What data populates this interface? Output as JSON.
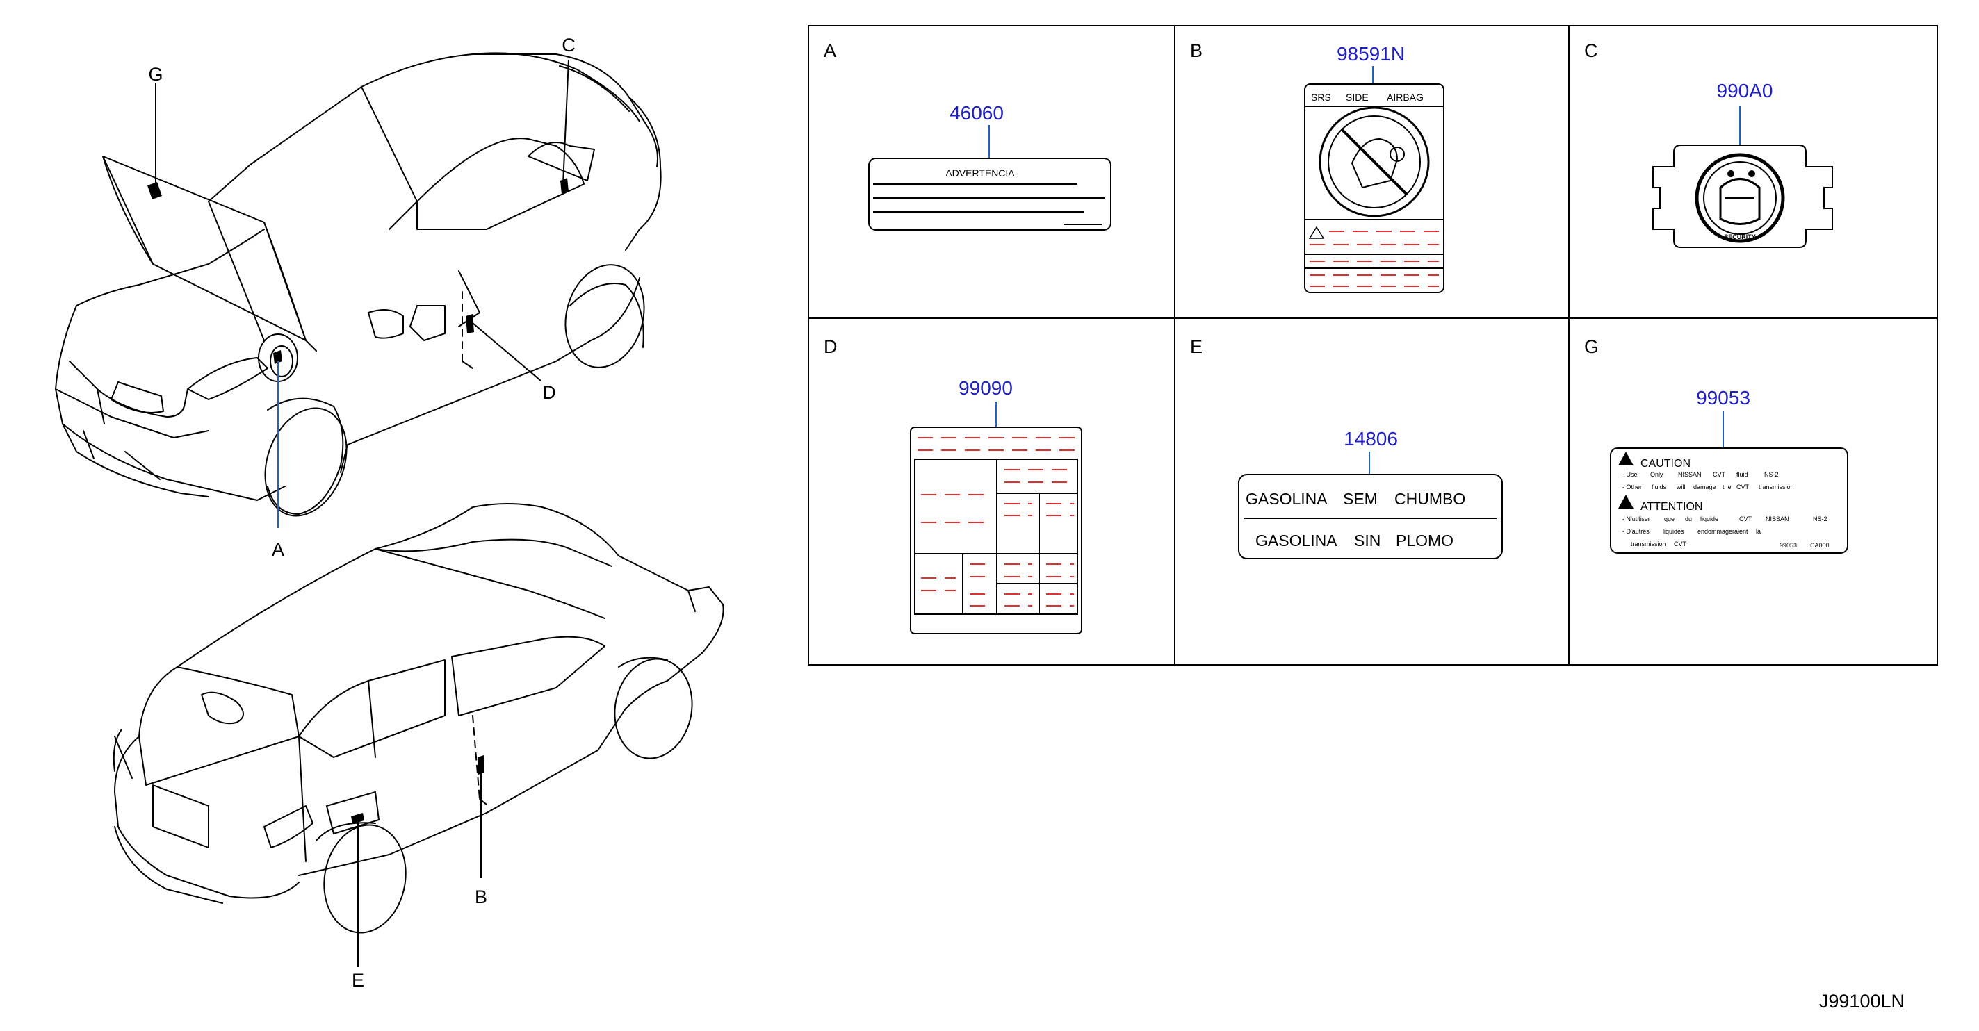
{
  "diagram_code": "J99100LN",
  "callouts": {
    "A": "A",
    "B": "B",
    "C": "C",
    "D": "D",
    "E": "E",
    "G": "G"
  },
  "panels": [
    {
      "letter": "A",
      "part": "46060",
      "label_text": "ADVERTENCIA"
    },
    {
      "letter": "B",
      "part": "98591N",
      "label_text": [
        "SRS",
        "SIDE",
        "AIRBAG"
      ]
    },
    {
      "letter": "C",
      "part": "990A0",
      "label_text": "SECURITY"
    },
    {
      "letter": "D",
      "part": "99090"
    },
    {
      "letter": "E",
      "part": "14806",
      "lines": [
        [
          "GASOLINA",
          "SEM",
          "CHUMBO"
        ],
        [
          "GASOLINA",
          "SIN",
          "PLOMO"
        ]
      ]
    },
    {
      "letter": "G",
      "part": "99053",
      "caution_title": "CAUTION",
      "caution_line1": [
        "- Use",
        "Only",
        "NISSAN",
        "CVT",
        "fluid",
        "NS-2"
      ],
      "caution_line2": [
        "- Other",
        "fluids",
        "will",
        "damage",
        "the",
        "CVT",
        "transmission"
      ],
      "attention_title": "ATTENTION",
      "attention_line1": [
        "- N'utiliser",
        "que",
        "du",
        "liquide",
        "CVT",
        "NISSAN",
        "NS-2"
      ],
      "attention_line2": [
        "- D'autres",
        "liquides",
        "endommageraient",
        "la"
      ],
      "attention_line3": [
        "transmission",
        "CVT"
      ],
      "code_left": "99053",
      "code_right": "CA000"
    }
  ]
}
